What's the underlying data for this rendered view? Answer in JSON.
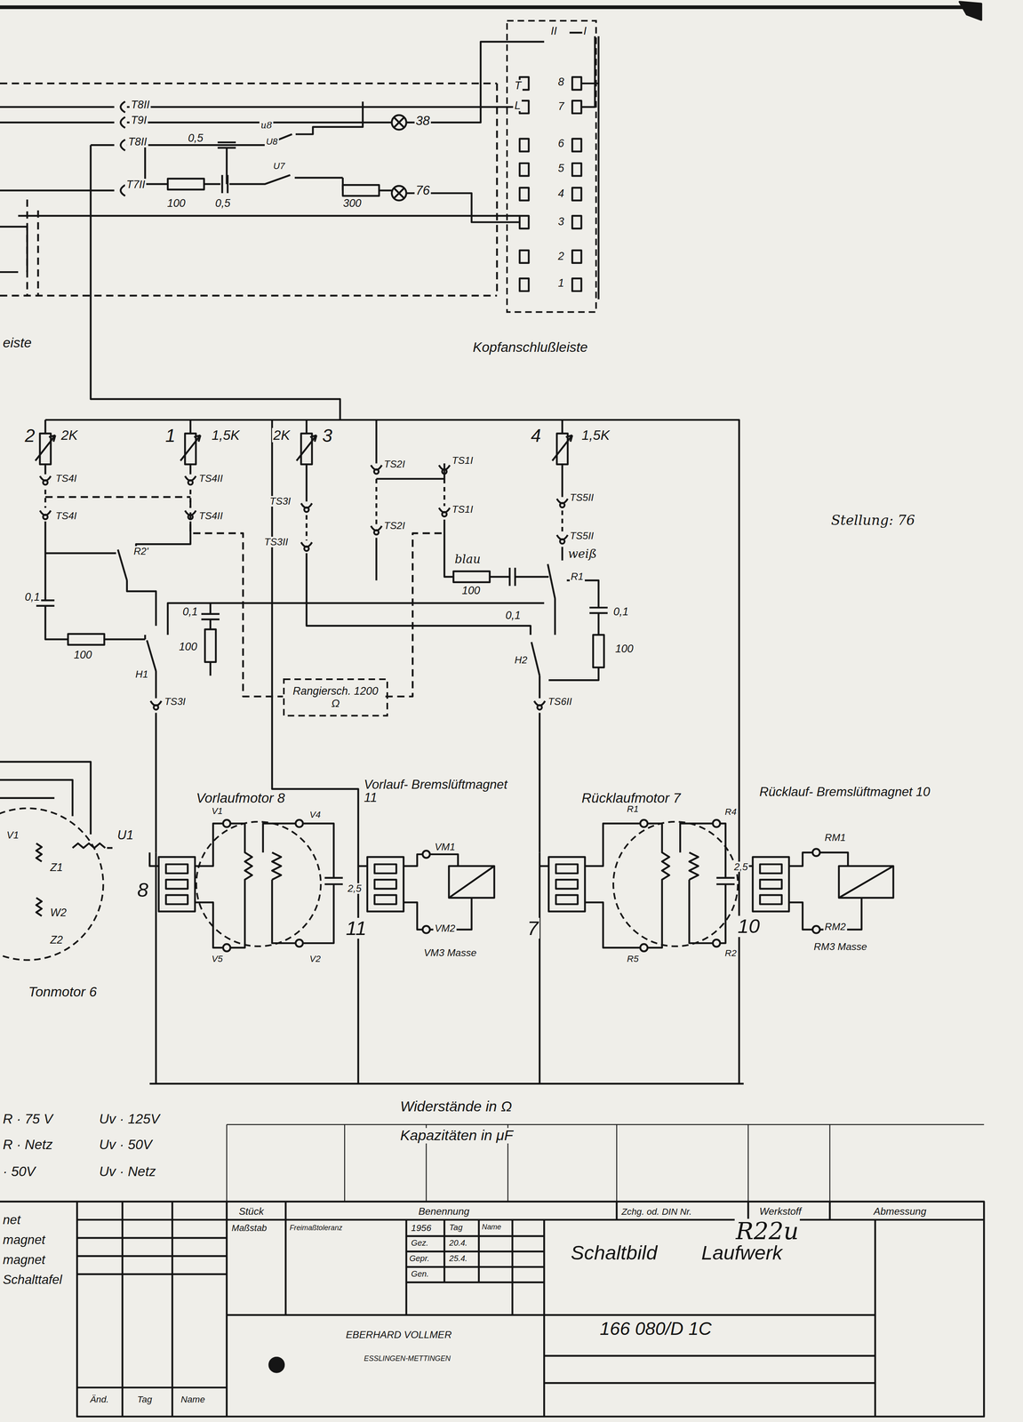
{
  "diagram": {
    "nodes": [
      {
        "text": [
          "Kopfanschlußleiste"
        ]
      },
      {
        "text": [
          "Rangiersch. 1200 Ω"
        ]
      },
      {
        "text": [
          "Tonmotor 6"
        ]
      },
      {
        "text": [
          "Vorlaufmotor 8"
        ]
      },
      {
        "text": [
          "Rücklaufmotor 7"
        ]
      }
    ],
    "labels": [
      "II",
      "I",
      "T",
      "L",
      "8",
      "7",
      "6",
      "5",
      "4",
      "3",
      "2",
      "1",
      "T8II",
      "T9I",
      "T8II",
      "T7II",
      "38",
      "76",
      "0,5",
      "u8",
      "U8",
      "U7",
      "100",
      "0,5",
      "300",
      "eiste",
      "2",
      "2K",
      "1",
      "1,5K",
      "2K",
      "3",
      "4",
      "1,5K",
      "TS4I",
      "TS4II",
      "TS4I",
      "TS4II",
      "TS3I",
      "TS3II",
      "TS2I",
      "TS1I",
      "TS2I",
      "TS1I",
      "TS5II",
      "TS5II",
      "weiß",
      "blau",
      "0,1",
      "100",
      "R2'",
      "H1",
      "0,1",
      "100",
      "TS3I",
      "100",
      "0,1",
      "R1",
      "0,1",
      "100",
      "H2",
      "TS6II",
      "Stellung: 76",
      "Vorlauf- Bremslüftmagnet 11",
      "V1",
      "V4",
      "V5",
      "V2",
      "2,5",
      "8",
      "VM1",
      "VM2",
      "VM3 Masse",
      "11",
      "R1",
      "R4",
      "R5",
      "R2",
      "2,5",
      "7",
      "Rücklauf- Bremslüftmagnet 10",
      "10",
      "RM1",
      "RM2",
      "RM3 Masse",
      "U1",
      "V1",
      "Z1",
      "W2",
      "Z2",
      "R · 75 V",
      "Uv · 125V",
      "R · Netz",
      "Uv · 50V",
      "· 50V",
      "Uv · Netz",
      "Widerstände in Ω",
      "Kapazitäten in μF",
      "net",
      "magnet",
      "magnet",
      "Schalttafel",
      "Stück",
      "Benennung",
      "Zchg. od. DIN Nr.",
      "Werkstoff",
      "Abmessung",
      "Maßstab",
      "Freimaßtoleranz",
      "1956",
      "Tag",
      "Name",
      "Gez.",
      "20.4.",
      "Gepr.",
      "25.4.",
      "Gen.",
      "R22u",
      "Schaltbild",
      "Laufwerk",
      "EBERHARD VOLLMER",
      "ESSLINGEN-METTINGEN",
      "166 080/D 1C",
      "Änd.",
      "Tag",
      "Name"
    ]
  }
}
